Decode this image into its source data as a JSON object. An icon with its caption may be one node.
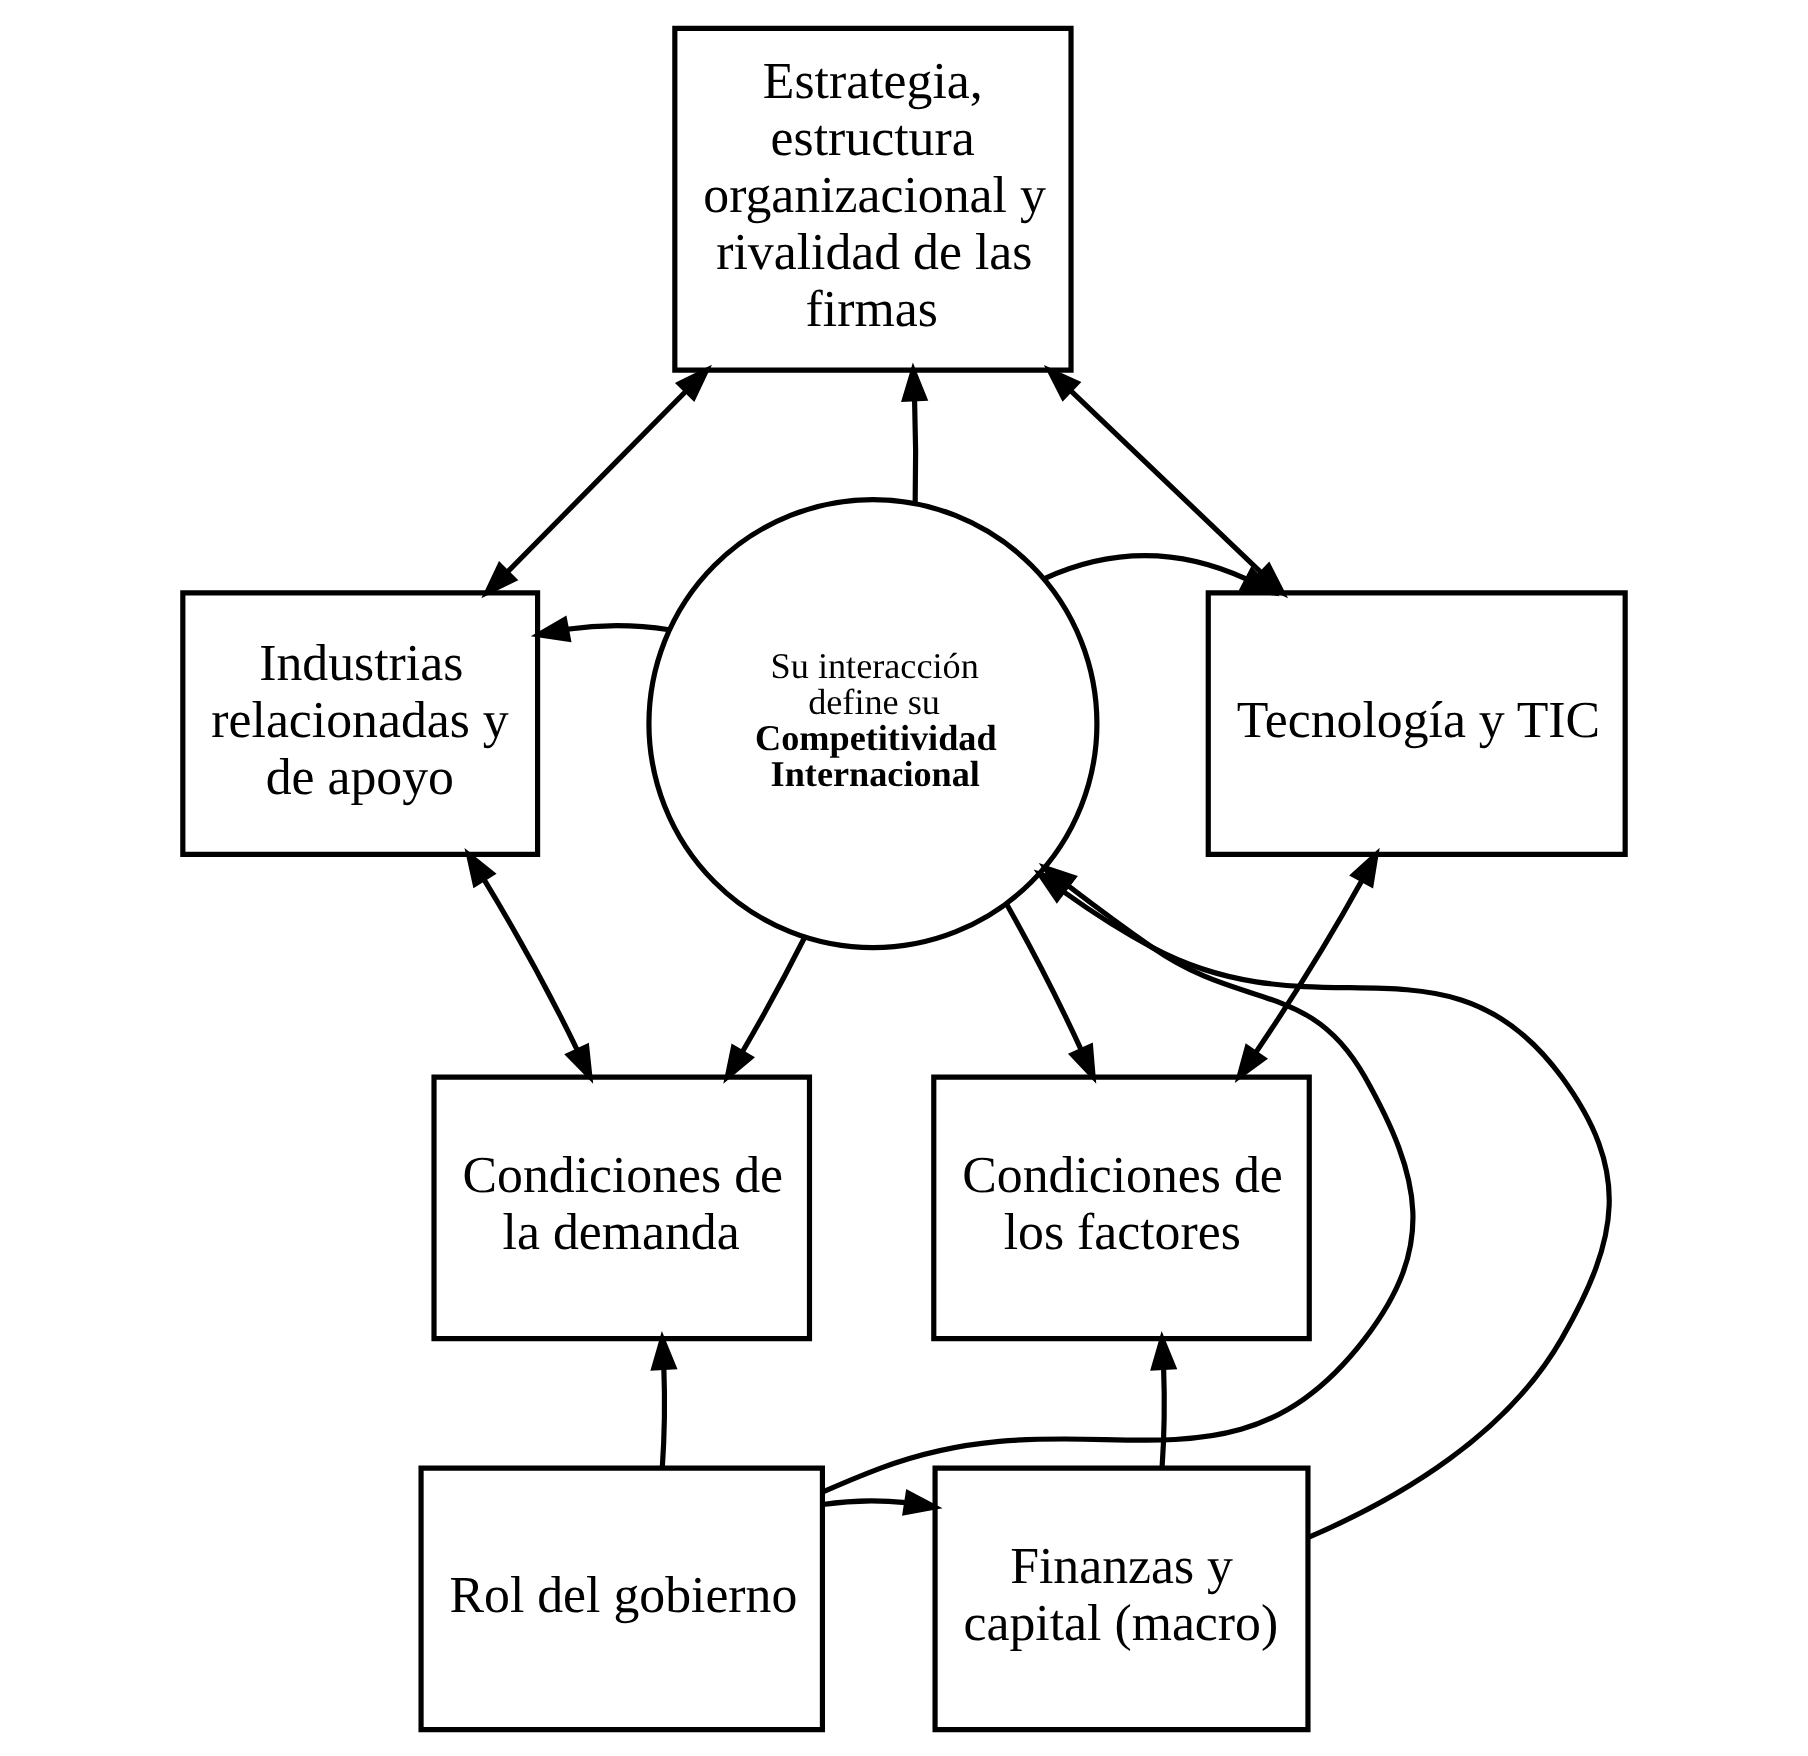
{
  "diagram": {
    "nodes": [
      {
        "text": [
          "Estrategia, estructura organizacional y rivalidad de las firmas"
        ]
      },
      {
        "text": [
          "Industrias relacionadas y de apoyo"
        ]
      },
      {
        "text": [
          "Tecnología y TIC"
        ]
      },
      {
        "text": [
          "Su interacción define su",
          "Competitividad Internacional"
        ]
      },
      {
        "text": [
          "Condiciones de la demanda"
        ]
      },
      {
        "text": [
          "Condiciones de los factores"
        ]
      },
      {
        "text": [
          "Rol del gobierno"
        ]
      },
      {
        "text": [
          "Finanzas y capital (macro)"
        ]
      }
    ],
    "edges": [
      {
        "from": 1,
        "to": 0,
        "arrow": "both"
      },
      {
        "from": 0,
        "to": 2,
        "arrow": "both"
      },
      {
        "from": 1,
        "to": 4,
        "arrow": "both"
      },
      {
        "from": 2,
        "to": 5,
        "arrow": "both"
      },
      {
        "from": 3,
        "to": 0,
        "arrow": "to"
      },
      {
        "from": 3,
        "to": 1,
        "arrow": "to"
      },
      {
        "from": 3,
        "to": 2,
        "arrow": "to"
      },
      {
        "from": 3,
        "to": 4,
        "arrow": "to"
      },
      {
        "from": 3,
        "to": 5,
        "arrow": "to"
      },
      {
        "from": 6,
        "to": 3,
        "arrow": "to"
      },
      {
        "from": 7,
        "to": 3,
        "arrow": "to"
      },
      {
        "from": 6,
        "to": 4,
        "arrow": "to"
      },
      {
        "from": 7,
        "to": 5,
        "arrow": "to"
      },
      {
        "from": 6,
        "to": 7,
        "arrow": "to"
      }
    ]
  }
}
